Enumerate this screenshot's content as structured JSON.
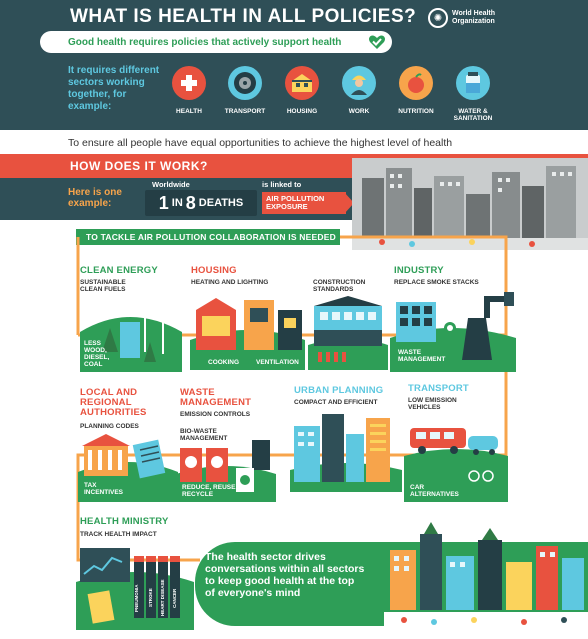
{
  "header": {
    "title": "WHAT IS HEALTH IN ALL POLICIES?",
    "org_name": "World Health Organization",
    "intro": "Good health requires policies that actively support health",
    "sectors_question": "It requires different sectors working together, for example:",
    "sectors": [
      {
        "label": "HEALTH",
        "icon": "medical-cross-icon",
        "color": "#e8523f"
      },
      {
        "label": "TRANSPORT",
        "icon": "wheel-icon",
        "color": "#5ec8e0"
      },
      {
        "label": "HOUSING",
        "icon": "house-icon",
        "color": "#e8523f"
      },
      {
        "label": "WORK",
        "icon": "worker-icon",
        "color": "#5ec8e0"
      },
      {
        "label": "NUTRITION",
        "icon": "apple-icon",
        "color": "#e8523f"
      },
      {
        "label": "WATER & SANITATION",
        "icon": "water-icon",
        "color": "#5ec8e0"
      }
    ]
  },
  "equal_opportunity": "To ensure all people have equal opportunities to achieve the highest level of health",
  "how": {
    "title": "HOW DOES IT WORK?",
    "example_label": "Here is one example:",
    "worldwide": "Worldwide",
    "stat_1": "1",
    "stat_in": "IN",
    "stat_8": "8",
    "stat_deaths": "DEATHS",
    "linked": "is linked to",
    "exposure": "AIR POLLUTION EXPOSURE"
  },
  "collab": "TO TACKLE AIR POLLUTION COLLABORATION IS NEEDED",
  "sections": {
    "clean_energy": {
      "title": "CLEAN ENERGY",
      "note1": "SUSTAINABLE CLEAN FUELS",
      "note2": "LESS WOOD, DIESEL, COAL"
    },
    "housing": {
      "title": "HOUSING",
      "note1": "HEATING AND LIGHTING",
      "note2": "COOKING",
      "note3": "VENTILATION"
    },
    "construction": {
      "note1": "CONSTRUCTION STANDARDS"
    },
    "industry": {
      "title": "INDUSTRY",
      "note1": "REPLACE SMOKE STACKS",
      "note2": "WASTE MANAGEMENT"
    },
    "local": {
      "title": "LOCAL AND REGIONAL AUTHORITIES",
      "note1": "PLANNING CODES",
      "note2": "TAX INCENTIVES"
    },
    "waste": {
      "title": "WASTE MANAGEMENT",
      "note1": "EMISSION CONTROLS",
      "note2": "BIO-WASTE MANAGEMENT",
      "note3": "REDUCE, REUSE, RECYCLE"
    },
    "urban": {
      "title": "URBAN PLANNING",
      "note1": "COMPACT AND EFFICIENT"
    },
    "transport": {
      "title": "TRANSPORT",
      "note1": "LOW EMISSION VEHICLES",
      "note2": "CAR ALTERNATIVES"
    },
    "health_ministry": {
      "title": "HEALTH MINISTRY",
      "note1": "TRACK HEALTH IMPACT",
      "bottles": [
        "PNEUMONIA",
        "STROKE",
        "HEART DISEASE",
        "CANCER"
      ]
    }
  },
  "closing": "The health sector drives conversations within all sectors to keep good health at the top of everyone's mind"
}
